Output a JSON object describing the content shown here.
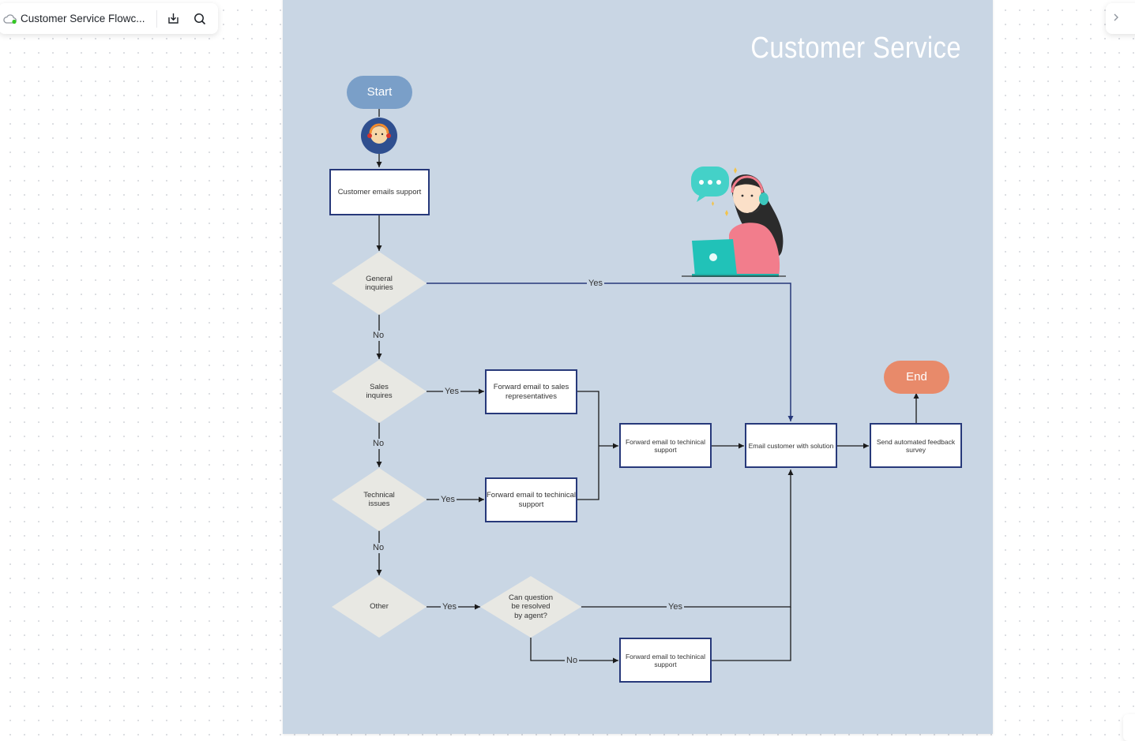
{
  "toolbar": {
    "doc_title": "Customer Service Flowc...",
    "icons": [
      "cloud-sync-icon",
      "export-icon",
      "search-icon"
    ]
  },
  "right_panel": {
    "icons": [
      "chevron-right-icon"
    ]
  },
  "diagram": {
    "title": "Customer Service",
    "colors": {
      "page": "#c9d6e4",
      "start": "#7a9fc8",
      "end": "#e88a6a",
      "box_border": "#27397a",
      "diamond": "#e8e8e3",
      "line": "#1a1a1a"
    },
    "nodes": {
      "start": "Start",
      "emails_support": "Customer emails support",
      "general": "General inquiries",
      "sales": "Sales inquires",
      "technical": "Technical issues",
      "other": "Other",
      "fwd_sales": "Forward email to sales representatives",
      "fwd_tech_1": "Forward email to techinical support",
      "fwd_tech_2": "Forward email to techinical support",
      "can_resolve": "Can question be resolved by agent?",
      "fwd_tech_3": "Forward email to techinical support",
      "email_solution": "Email customer with solution",
      "survey": "Send automated feedback survey",
      "end": "End"
    },
    "edge_labels": {
      "general_yes": "Yes",
      "general_no": "No",
      "sales_yes": "Yes",
      "sales_no": "No",
      "technical_yes": "Yes",
      "technical_no": "No",
      "other_yes": "Yes",
      "resolve_yes": "Yes",
      "resolve_no": "No"
    },
    "illustrations": [
      "support-agent-avatar-icon",
      "customer-service-agent-illustration"
    ]
  }
}
